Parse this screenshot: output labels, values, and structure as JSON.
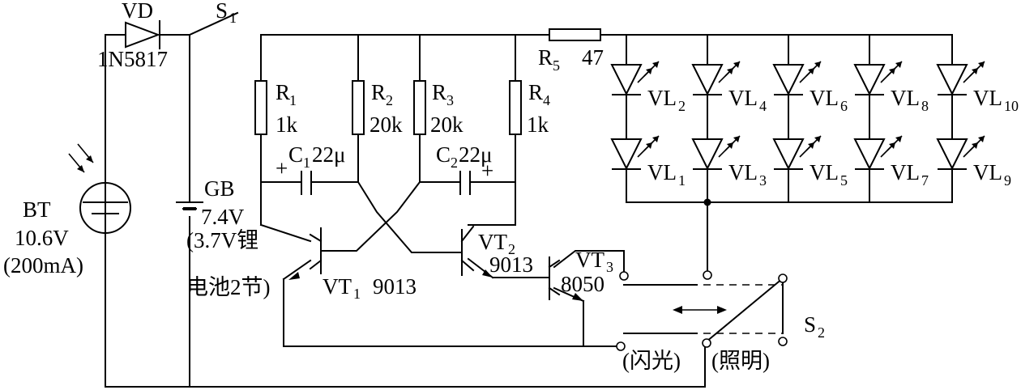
{
  "labels": {
    "vd": "VD",
    "vd_part": "1N5817",
    "s1": "S",
    "s1_sub": "1",
    "bt": "BT",
    "bt_v": "10.6V",
    "bt_i": "(200mA)",
    "gb": "GB",
    "gb_v": "7.4V",
    "gb_t1": "(3.7V锂",
    "gb_t2": "电池2节)",
    "r1": "R",
    "r1_sub": "1",
    "r1_val": "1k",
    "r2": "R",
    "r2_sub": "2",
    "r2_val": "20k",
    "r3": "R",
    "r3_sub": "3",
    "r3_val": "20k",
    "r4": "R",
    "r4_sub": "4",
    "r4_val": "1k",
    "r5": "R",
    "r5_sub": "5",
    "r5_val": "47",
    "c1": "C",
    "c1_sub": "1",
    "c1_val": "22μ",
    "c2": "C",
    "c2_sub": "2",
    "c2_val": "22μ",
    "plus": "+",
    "vt1": "VT",
    "vt1_sub": "1",
    "vt1_part": "9013",
    "vt2": "VT",
    "vt2_sub": "2",
    "vt2_part": "9013",
    "vt3": "VT",
    "vt3_sub": "3",
    "vt3_part": "8050",
    "vl": "VL",
    "vl_subs": [
      "2",
      "4",
      "6",
      "8",
      "10",
      "1",
      "3",
      "5",
      "7",
      "9"
    ],
    "s2": "S",
    "s2_sub": "2",
    "flash": "(闪光)",
    "light": "(照明)"
  }
}
